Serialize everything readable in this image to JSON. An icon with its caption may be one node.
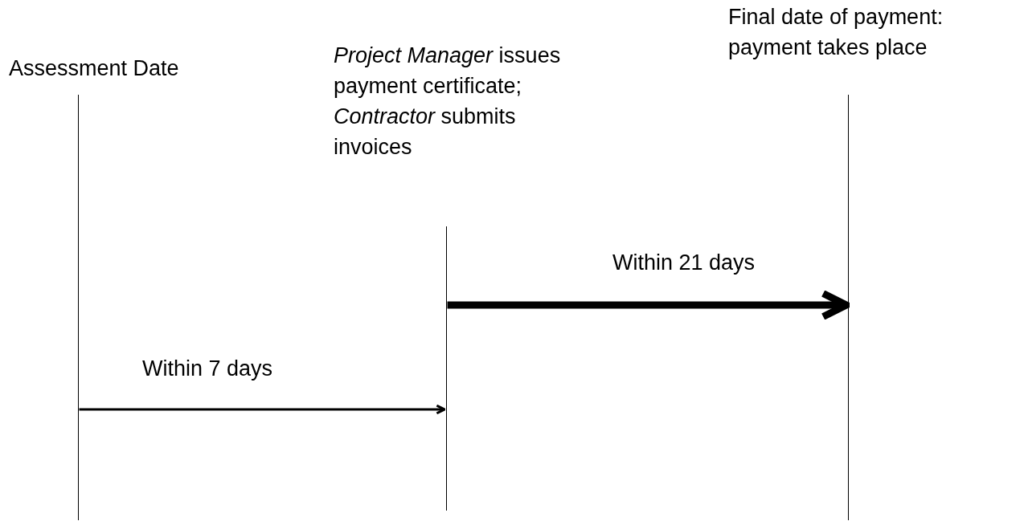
{
  "diagram": {
    "nodes": [
      {
        "text": [
          "Assessment Date"
        ]
      },
      {
        "text": [
          "*Project Manager* issues payment certificate; *Contractor* submits invoices"
        ]
      },
      {
        "text": [
          "Final date of payment: payment takes place"
        ]
      }
    ],
    "edges": [
      {
        "from": 0,
        "to": 1,
        "arrow": "to",
        "label": "Within 7 days"
      },
      {
        "from": 1,
        "to": 2,
        "arrow": "to",
        "label": "Within 21 days",
        "style": "thick"
      }
    ]
  }
}
